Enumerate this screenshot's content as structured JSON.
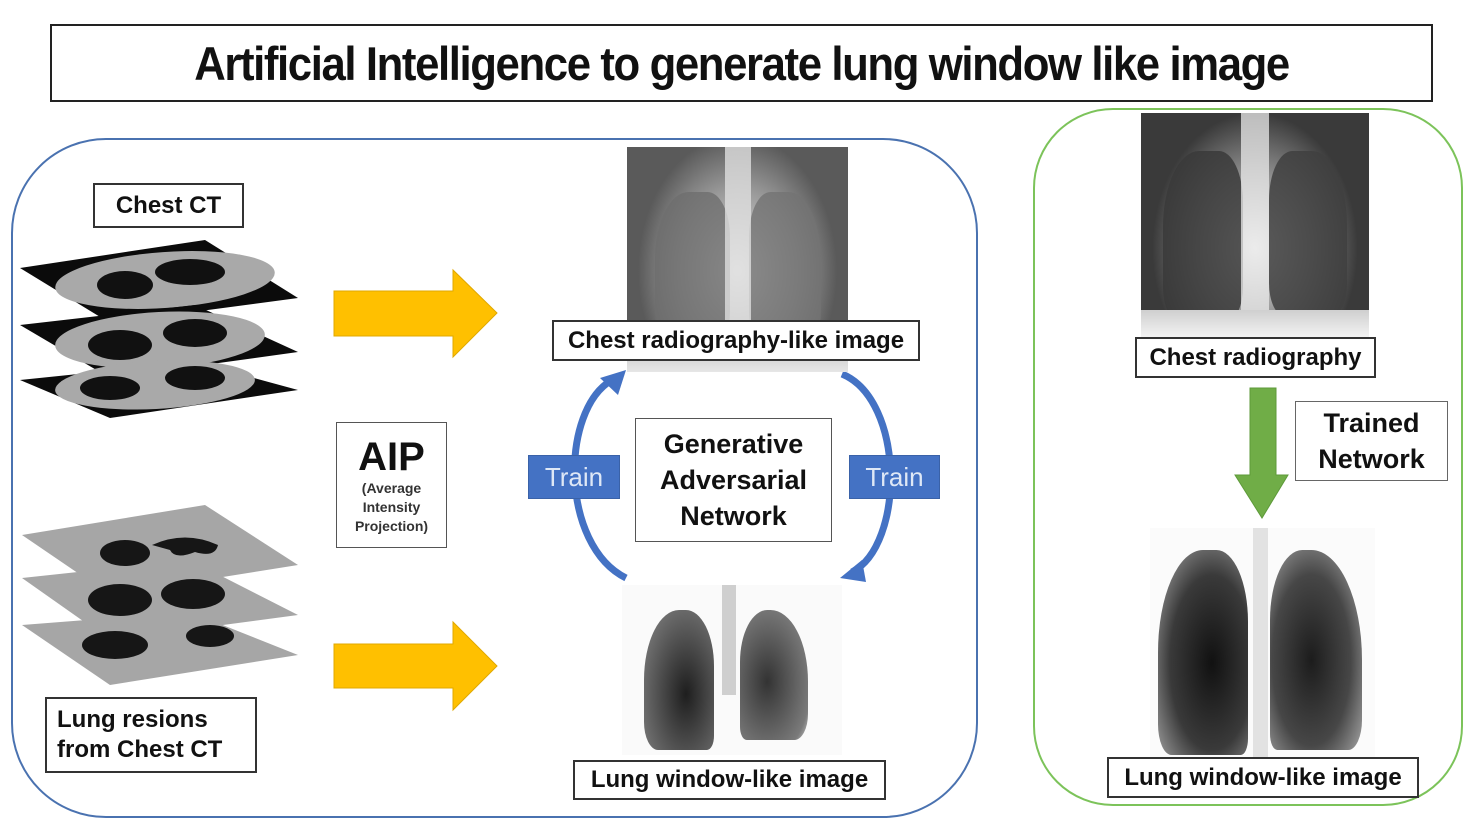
{
  "title": "Artificial Intelligence to generate lung window like image",
  "left_panel": {
    "chest_ct_label": "Chest CT",
    "lung_regions_label_line1": "Lung resions",
    "lung_regions_label_line2": "from Chest CT",
    "aip": {
      "heading": "AIP",
      "line1": "(Average",
      "line2": "Intensity",
      "line3": "Projection)"
    },
    "chest_radiography_like_label": "Chest radiography-like image",
    "lung_window_like_label": "Lung window-like image",
    "gan": {
      "line1": "Generative",
      "line2": "Adversarial",
      "line3": "Network"
    },
    "train_left": "Train",
    "train_right": "Train"
  },
  "right_panel": {
    "chest_radiography_label": "Chest radiography",
    "trained_network_line1": "Trained",
    "trained_network_line2": "Network",
    "lung_window_like_label": "Lung window-like image"
  },
  "colors": {
    "left_panel_border": "#4a72b0",
    "right_panel_border": "#7cc35a",
    "yellow_arrow": "#ffc000",
    "green_arrow": "#70ad47",
    "train_box": "#4472c4",
    "curve_arrow": "#4472c4"
  }
}
